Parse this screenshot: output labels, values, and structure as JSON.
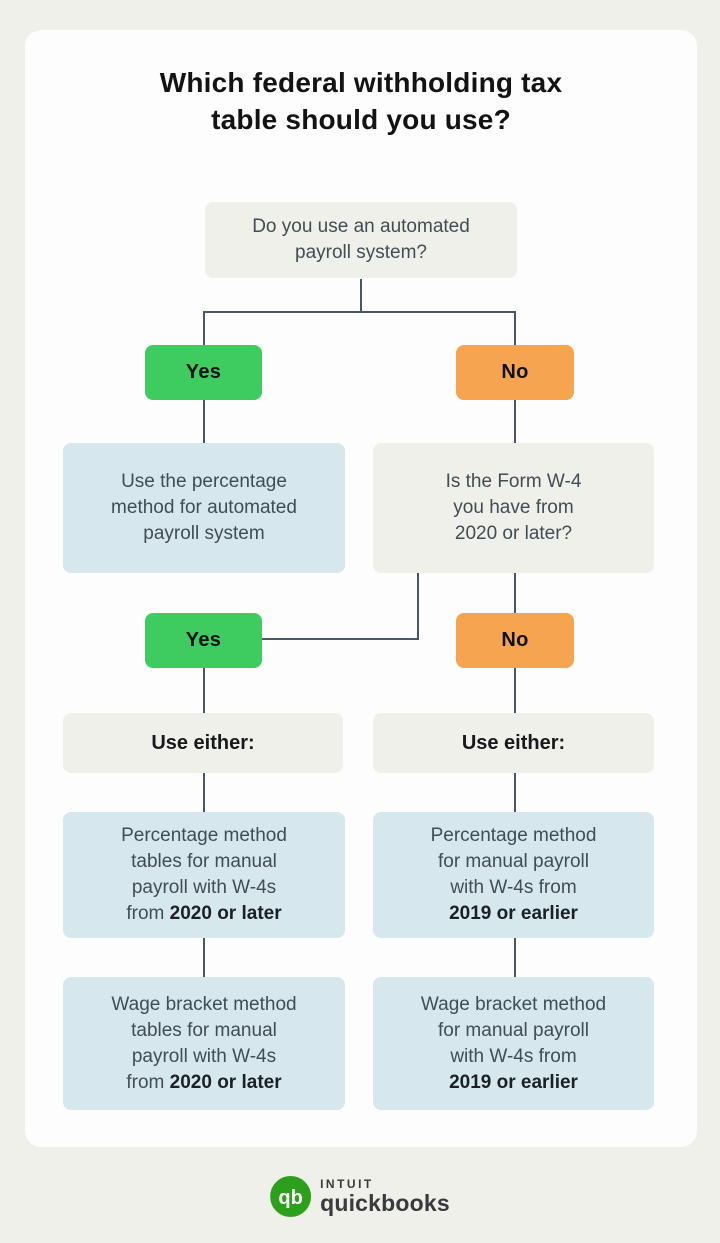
{
  "title": {
    "lines": [
      "Which federal withholding tax",
      "table should you use?"
    ]
  },
  "nodes": {
    "q_automated": {
      "lines": [
        "Do you use an automated",
        "payroll system?"
      ]
    },
    "branch1": {
      "yes": "Yes",
      "no": "No"
    },
    "percentage_automated": {
      "lines": [
        "Use the percentage",
        "method for automated",
        "payroll system"
      ]
    },
    "q_w4": {
      "lines": [
        "Is the Form W-4",
        "you have from",
        "2020 or later?"
      ]
    },
    "branch2": {
      "yes": "Yes",
      "no": "No"
    },
    "use_either_left": "Use either:",
    "use_either_right": "Use either:",
    "pm_2020": {
      "lines": [
        "Percentage method",
        "tables for manual",
        "payroll with W-4s"
      ],
      "prefix": "from ",
      "bold": "2020 or later"
    },
    "pm_2019": {
      "lines": [
        "Percentage method",
        "for manual payroll",
        "with W-4s from"
      ],
      "prefix": "",
      "bold": "2019 or earlier"
    },
    "wb_2020": {
      "lines": [
        "Wage bracket method",
        "tables for manual",
        "payroll with W-4s"
      ],
      "prefix": "from ",
      "bold": "2020 or later"
    },
    "wb_2019": {
      "lines": [
        "Wage bracket method",
        "for manual payroll",
        "with W-4s from"
      ],
      "prefix": "",
      "bold": "2019 or earlier"
    }
  },
  "footer": {
    "logo_monogram": "qb",
    "brand_top": "INTUIT",
    "brand_bottom": "quickbooks"
  },
  "colors": {
    "page_background": "#eff0e9",
    "card_background": "#fdfdfd",
    "yes_green": "#3ecb5f",
    "no_orange": "#f6a44f",
    "info_blue": "#d6e8ee",
    "neutral_gray": "#f0f0eb",
    "connector": "#4a5568",
    "logo_green": "#2ca01c",
    "brand_text": "#393a3d"
  }
}
